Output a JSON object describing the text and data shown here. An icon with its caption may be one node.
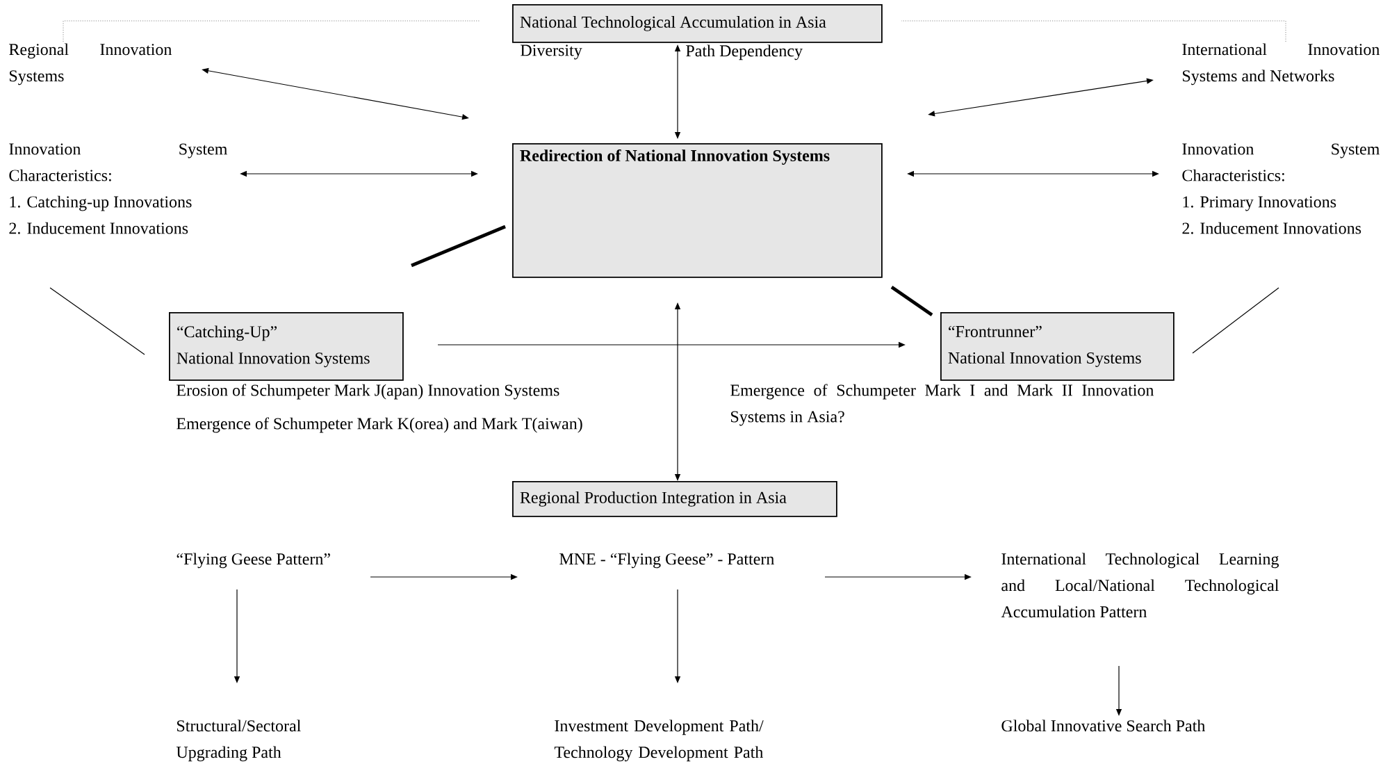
{
  "diagram": {
    "nodes": [
      {
        "text": [
          "National Technological Accumulation in Asia"
        ],
        "beside": [
          "Diversity",
          "Path Dependency"
        ]
      },
      {
        "text": [
          "Redirection of National Innovation Systems"
        ]
      },
      {
        "text": [
          "Regional Innovation Systems"
        ]
      },
      {
        "text": [
          "International Innovation Systems and Networks"
        ]
      },
      {
        "text": [
          "Innovation System Characteristics:",
          "1. Catching-up Innovations",
          "2. Inducement Innovations"
        ]
      },
      {
        "text": [
          "Innovation System Characteristics:",
          "1. Primary Innovations",
          "2. Inducement Innovations"
        ]
      },
      {
        "text": [
          "“Catching-Up”",
          "National Innovation Systems"
        ],
        "beside": [
          "Erosion of Schumpeter Mark J(apan) Innovation Systems",
          "Emergence of Schumpeter Mark K(orea) and Mark T(aiwan)"
        ]
      },
      {
        "text": [
          "“Frontrunner”",
          "National Innovation Systems"
        ],
        "beside": [
          "Emergence of Schumpeter Mark I and Mark II Innovation Systems in Asia?"
        ]
      },
      {
        "text": [
          "Regional Production Integration in Asia"
        ]
      },
      {
        "text": [
          "“Flying Geese Pattern”"
        ]
      },
      {
        "text": [
          "MNE - “Flying Geese” - Pattern"
        ]
      },
      {
        "text": [
          "International Technological Learning and Local/National Technological Accumulation Pattern"
        ]
      },
      {
        "text": [
          "Structural/Sectoral Upgrading Path"
        ]
      },
      {
        "text": [
          "Investment Development Path/ Technology Development Path"
        ]
      },
      {
        "text": [
          "Global Innovative Search Path"
        ]
      }
    ],
    "edges": [
      {
        "from": 0,
        "to": 1,
        "arrow": "both"
      },
      {
        "from": 2,
        "to": 1,
        "arrow": "both"
      },
      {
        "from": 3,
        "to": 1,
        "arrow": "both"
      },
      {
        "from": 4,
        "to": 1,
        "arrow": "both"
      },
      {
        "from": 5,
        "to": 1,
        "arrow": "both"
      },
      {
        "from": 1,
        "to": 6,
        "arrow": "none",
        "style": "thick"
      },
      {
        "from": 4,
        "to": 6,
        "arrow": "none"
      },
      {
        "from": 1,
        "to": 7,
        "arrow": "none",
        "style": "thick"
      },
      {
        "from": 5,
        "to": 7,
        "arrow": "none"
      },
      {
        "from": 6,
        "to": 7,
        "arrow": "to"
      },
      {
        "from": 1,
        "to": 8,
        "arrow": "both"
      },
      {
        "from": 9,
        "to": 10,
        "arrow": "to"
      },
      {
        "from": 10,
        "to": 11,
        "arrow": "to"
      },
      {
        "from": 9,
        "to": 12,
        "arrow": "to"
      },
      {
        "from": 10,
        "to": 13,
        "arrow": "to"
      },
      {
        "from": 11,
        "to": 14,
        "arrow": "to"
      },
      {
        "from": 2,
        "to": 0,
        "arrow": "none",
        "style": "dashed",
        "color": "#8c8c8c"
      },
      {
        "from": 3,
        "to": 0,
        "arrow": "none",
        "style": "dashed",
        "color": "#8c8c8c"
      }
    ]
  }
}
